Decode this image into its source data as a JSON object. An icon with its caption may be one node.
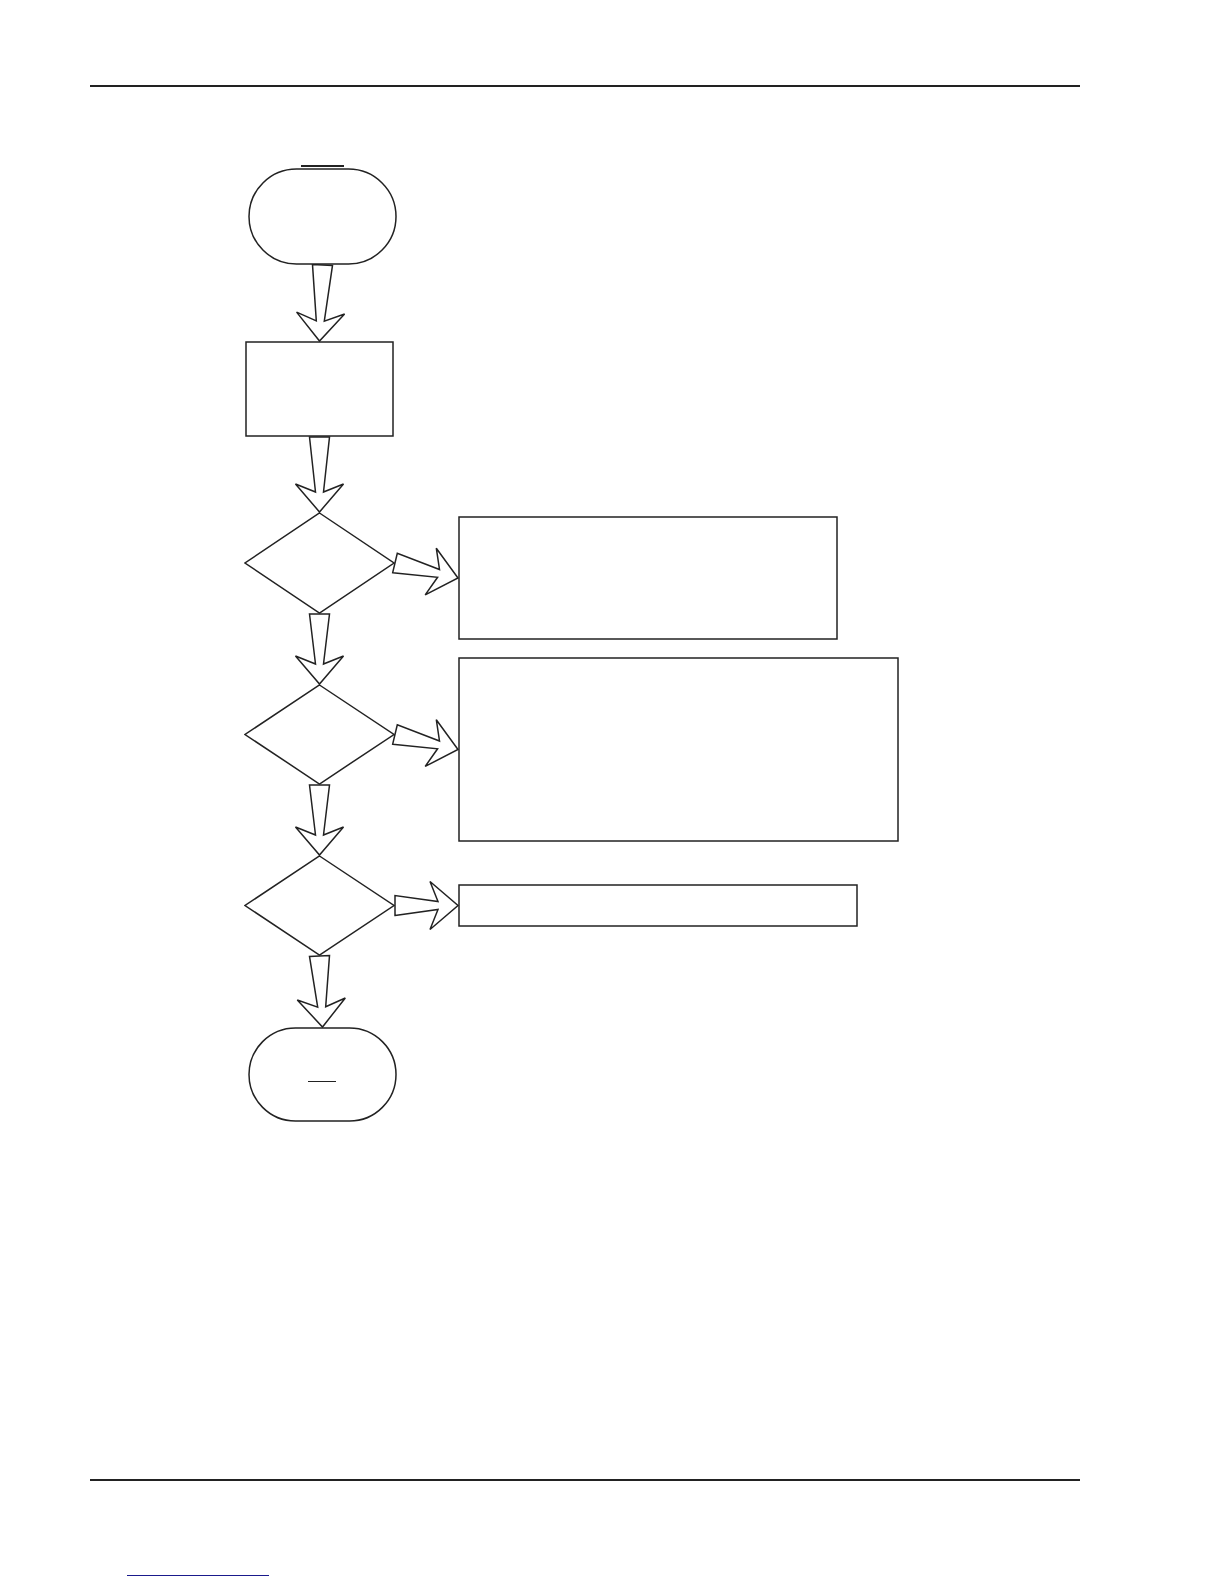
{
  "diagram": {
    "nodes": [
      {
        "text": [],
        "shape": "stadium"
      },
      {
        "text": [],
        "shape": "box"
      },
      {
        "text": [],
        "shape": "diamond"
      },
      {
        "text": [],
        "shape": "box"
      },
      {
        "text": [],
        "shape": "diamond"
      },
      {
        "text": [],
        "shape": "box"
      },
      {
        "text": [],
        "shape": "diamond"
      },
      {
        "text": [],
        "shape": "box"
      },
      {
        "text": [],
        "shape": "stadium"
      }
    ],
    "edges": [
      {
        "from": 0,
        "to": 1,
        "arrow": "to"
      },
      {
        "from": 1,
        "to": 2,
        "arrow": "to"
      },
      {
        "from": 2,
        "to": 3,
        "arrow": "to"
      },
      {
        "from": 2,
        "to": 4,
        "arrow": "to"
      },
      {
        "from": 4,
        "to": 5,
        "arrow": "to"
      },
      {
        "from": 4,
        "to": 6,
        "arrow": "to"
      },
      {
        "from": 6,
        "to": 7,
        "arrow": "to"
      },
      {
        "from": 6,
        "to": 8,
        "arrow": "to"
      }
    ]
  }
}
